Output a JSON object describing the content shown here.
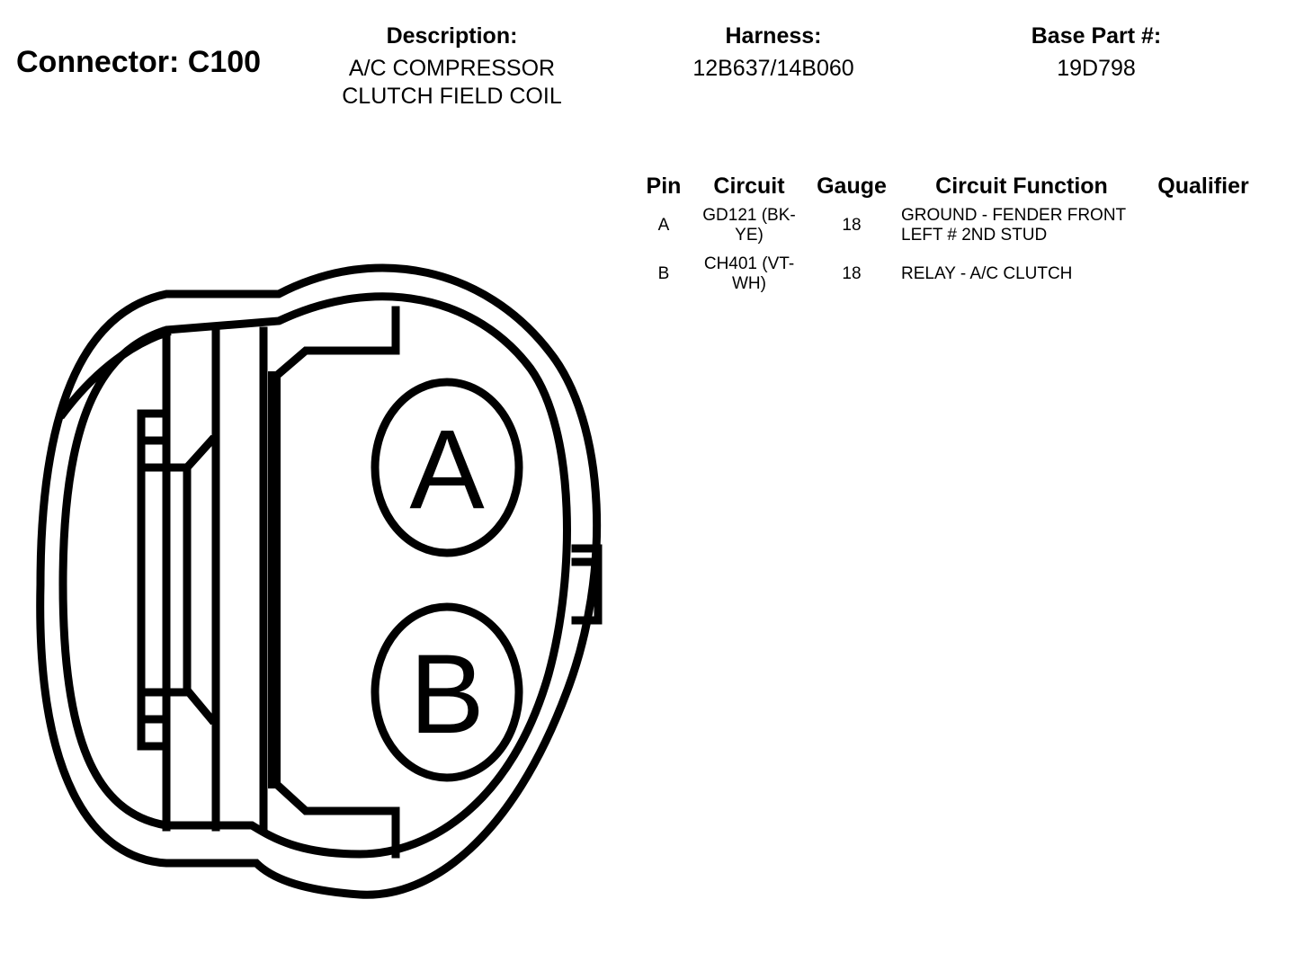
{
  "connector": {
    "title": "Connector: C100"
  },
  "header": {
    "description_label": "Description:",
    "description_line1": "A/C COMPRESSOR",
    "description_line2": "CLUTCH FIELD COIL",
    "harness_label": "Harness:",
    "harness_value": "12B637/14B060",
    "base_part_label": "Base Part #:",
    "base_part_value": "19D798"
  },
  "table": {
    "headers": [
      "Pin",
      "Circuit",
      "Gauge",
      "Circuit Function",
      "Qualifier"
    ],
    "rows": [
      {
        "pin": "A",
        "circuit_line1": "GD121 (BK-",
        "circuit_line2": "YE)",
        "gauge": "18",
        "function_line1": "GROUND - FENDER FRONT",
        "function_line2": "LEFT # 2ND STUD",
        "qualifier": ""
      },
      {
        "pin": "B",
        "circuit_line1": "CH401 (VT-",
        "circuit_line2": "WH)",
        "gauge": "18",
        "function_line1": "RELAY - A/C CLUTCH",
        "function_line2": "",
        "qualifier": ""
      }
    ]
  },
  "diagram": {
    "pin_a_label": "A",
    "pin_b_label": "B"
  }
}
